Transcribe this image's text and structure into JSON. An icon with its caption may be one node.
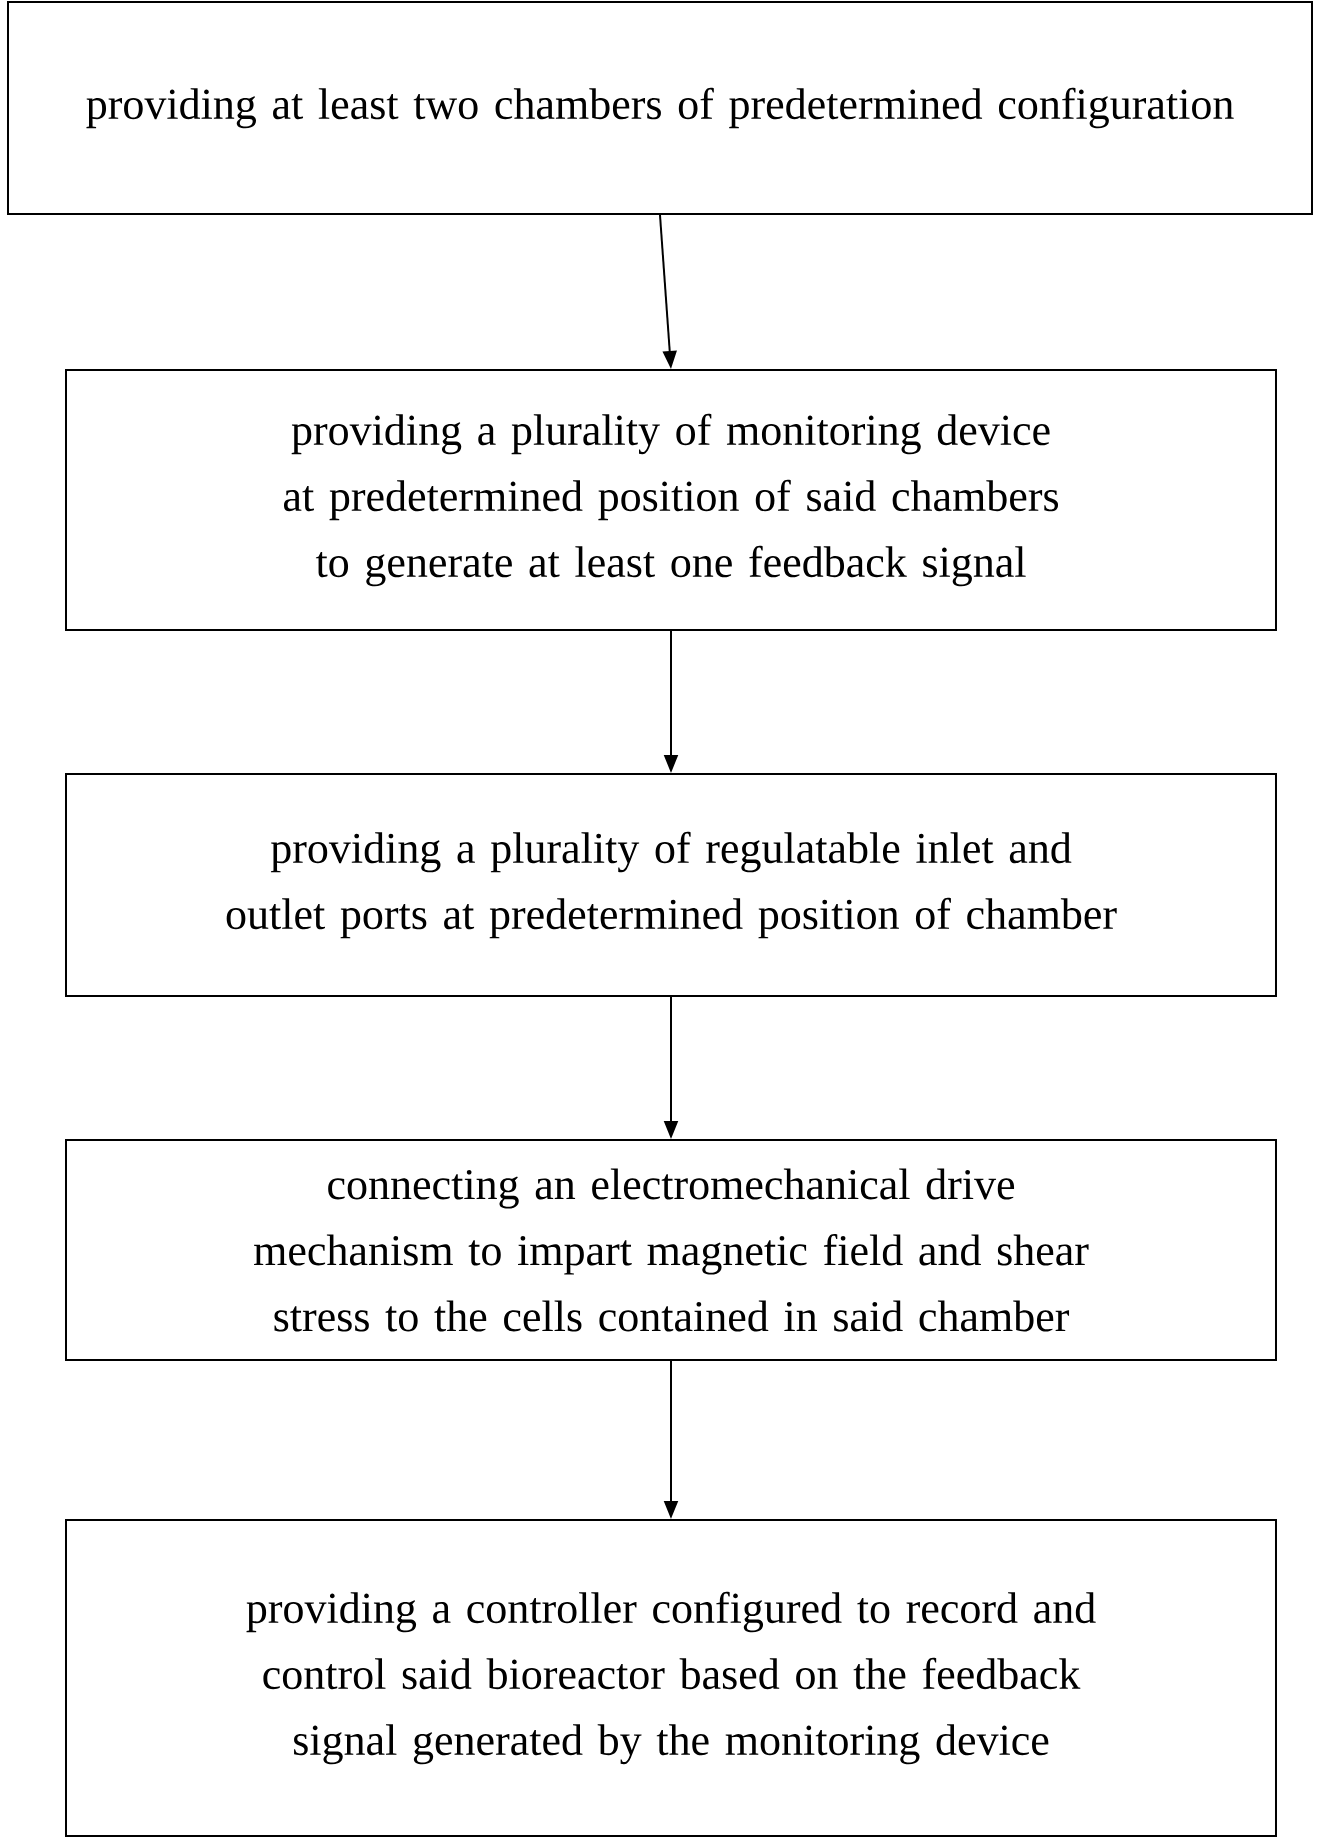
{
  "diagram": {
    "nodes": [
      {
        "text": [
          "providing at least two chambers of predetermined configuration"
        ]
      },
      {
        "text": [
          "providing a plurality of monitoring device at predetermined position of said chambers to generate at least one feedback signal"
        ]
      },
      {
        "text": [
          "providing a plurality of regulatable inlet and outlet ports at predetermined position of chamber"
        ]
      },
      {
        "text": [
          "connecting an electromechanical drive mechanism to impart magnetic field and shear stress to the cells contained in said chamber"
        ]
      },
      {
        "text": [
          "providing a controller configured to record and control said bioreactor based on the feedback signal generated by the monitoring device"
        ]
      }
    ],
    "edges": [
      {
        "from": 0,
        "to": 1,
        "arrow": "to"
      },
      {
        "from": 1,
        "to": 2,
        "arrow": "to"
      },
      {
        "from": 2,
        "to": 3,
        "arrow": "to"
      },
      {
        "from": 3,
        "to": 4,
        "arrow": "to"
      }
    ]
  }
}
